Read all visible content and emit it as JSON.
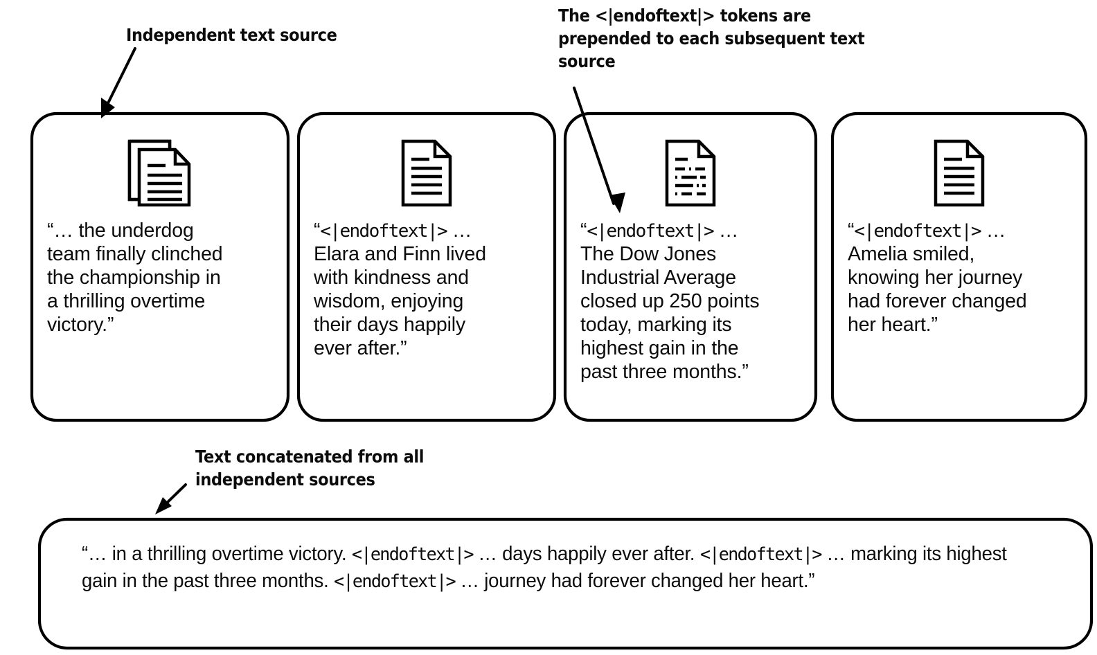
{
  "colors": {
    "ink": "#000000",
    "text": "#0b0b0b",
    "background": "#ffffff"
  },
  "annotations": {
    "independent_source": "Independent text source",
    "endoftext_note": "The <|endoftext|> tokens are prepended to each subsequent text source",
    "concatenated_note": "Text concatenated from all independent sources"
  },
  "token": {
    "label": "<|endoftext|>"
  },
  "cards": [
    {
      "icon": "stacked-documents-icon",
      "prefix": "",
      "text": "“… the underdog\nteam finally clinched\nthe championship in\na thrilling overtime\nvictory.”"
    },
    {
      "icon": "document-lines-icon",
      "prefix": "“",
      "token": "<|endoftext|>",
      "text": " …\nElara and Finn lived\nwith kindness and\nwisdom, enjoying\ntheir days happily\never after.”"
    },
    {
      "icon": "document-report-icon",
      "prefix": "“",
      "token": "<|endoftext|>",
      "text": " …\nThe Dow Jones\nIndustrial Average\nclosed up 250 points\ntoday, marking its\nhighest gain in the\npast three months.”"
    },
    {
      "icon": "document-lines-icon",
      "prefix": "“",
      "token": "<|endoftext|>",
      "text": " …\nAmelia smiled,\nknowing her journey\nhad forever changed\nher heart.”"
    }
  ],
  "concatenated": {
    "seg1": "“… in a thrilling overtime victory. ",
    "tok1": "<|endoftext|>",
    "seg2": " … days happily ever after. ",
    "tok2": "<|endoftext|>",
    "seg3": " … marking its highest gain in the past three months. ",
    "tok3": "<|endoftext|>",
    "seg4": " … journey had forever changed her heart.”"
  }
}
